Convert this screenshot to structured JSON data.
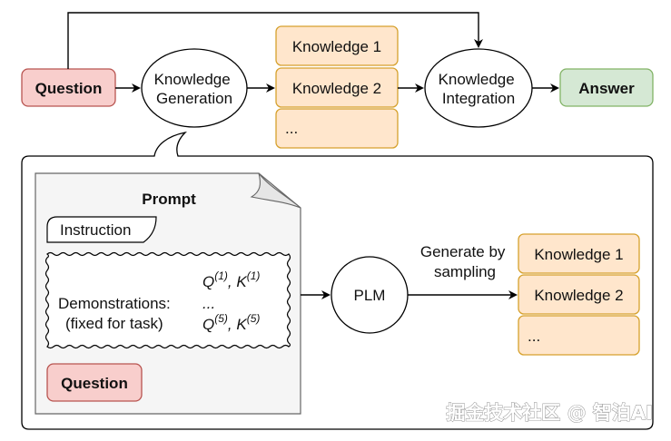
{
  "colors": {
    "question_fill": "#f8cecc",
    "question_stroke": "#b85450",
    "answer_fill": "#d5e8d4",
    "answer_stroke": "#82b366",
    "knowledge_fill": "#ffe6cc",
    "knowledge_stroke": "#d6a12d",
    "prompt_fill": "#f5f5f5",
    "prompt_stroke": "#666666",
    "line": "#000000"
  },
  "top_flow": {
    "question": "Question",
    "generation": [
      "Knowledge",
      "Generation"
    ],
    "knowledge_items": [
      "Knowledge 1",
      "Knowledge 2",
      "..."
    ],
    "integration": [
      "Knowledge",
      "Integration"
    ],
    "answer": "Answer"
  },
  "detail": {
    "prompt_title": "Prompt",
    "instruction": "Instruction",
    "demonstrations_label": "Demonstrations:",
    "demonstrations_note": "(fixed for task)",
    "demo_ellipsis": "...",
    "demo_first": {
      "q": "Q",
      "q_sup": "(1)",
      "sep": ", ",
      "k": "K",
      "k_sup": "(1)"
    },
    "demo_last": {
      "q": "Q",
      "q_sup": "(5)",
      "sep": ", ",
      "k": "K",
      "k_sup": "(5)"
    },
    "question": "Question",
    "plm": "PLM",
    "sampling_label": [
      "Generate by",
      "sampling"
    ],
    "knowledge_items": [
      "Knowledge 1",
      "Knowledge 2",
      "..."
    ]
  },
  "watermark": "掘金技术社区 @ 智泊AI"
}
